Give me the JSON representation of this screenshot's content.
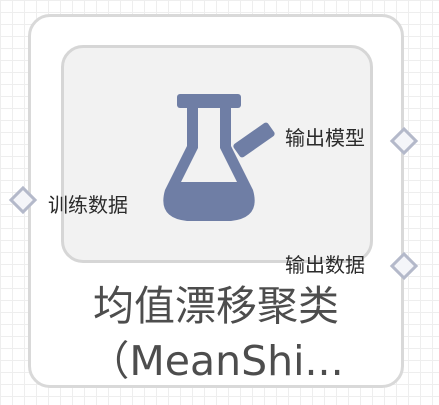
{
  "node": {
    "title_line_1": "均值漂移聚类",
    "title_line_2": "（MeanShi...",
    "icon": "flask-icon",
    "icon_color": "#6f7ea5"
  },
  "ports": {
    "input": {
      "label": "训练数据",
      "icon": "diamond-port-icon"
    },
    "output_model": {
      "label": "输出模型",
      "icon": "diamond-port-icon"
    },
    "output_data": {
      "label": "输出数据",
      "icon": "diamond-port-icon"
    }
  },
  "colors": {
    "card_border": "#d9d9d9",
    "icon_box_background": "#f2f2f2",
    "port_border": "#b4b9ca",
    "title_text": "#4d4d4d"
  }
}
